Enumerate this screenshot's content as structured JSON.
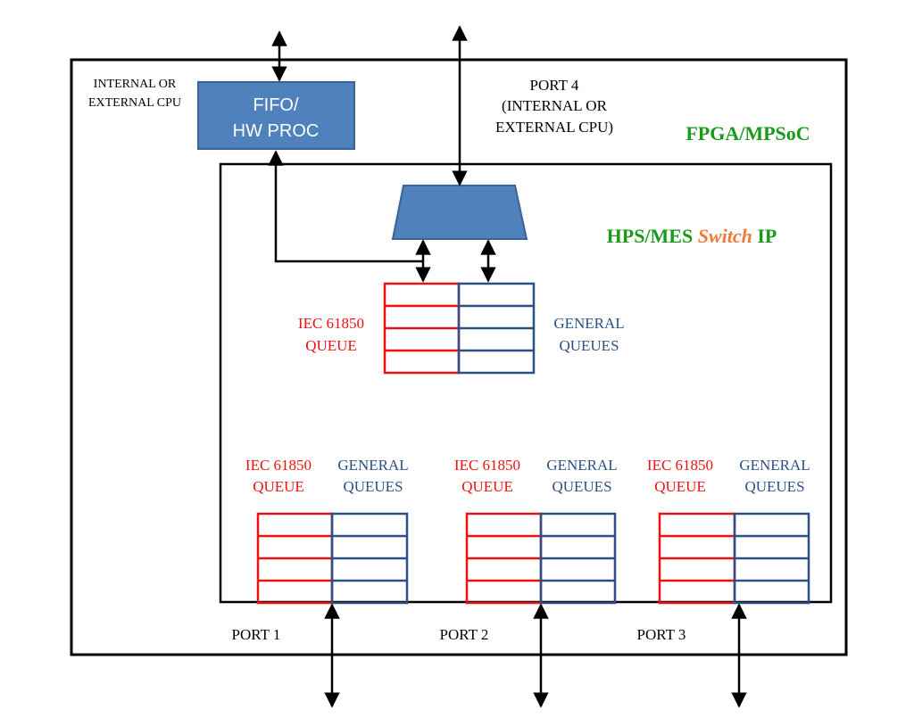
{
  "labels": {
    "cpu_corner_line1": "INTERNAL OR",
    "cpu_corner_line2": "EXTERNAL CPU",
    "fifo_line1": "FIFO/",
    "fifo_line2": "HW PROC",
    "port4_line1": "PORT 4",
    "port4_line2": "(INTERNAL OR",
    "port4_line3": "EXTERNAL CPU)",
    "fpga_title": "FPGA/MPSoC",
    "switch_title_part1": "HPS/MES ",
    "switch_title_part2": "Switch",
    "switch_title_part3": " IP",
    "iec_line1": "IEC 61850",
    "iec_line2": "QUEUE",
    "general_line1": "GENERAL",
    "general_line2": "QUEUES",
    "port1": "PORT 1",
    "port2": "PORT 2",
    "port3": "PORT 3"
  },
  "colors": {
    "iec_red": "#ee1111",
    "general_blue": "#2c4f84",
    "fpga_green": "#1a9a1a",
    "switch_orange": "#f07a3a",
    "block_fill": "#4f81bd",
    "block_stroke": "#3a6595",
    "frame": "#000000"
  }
}
